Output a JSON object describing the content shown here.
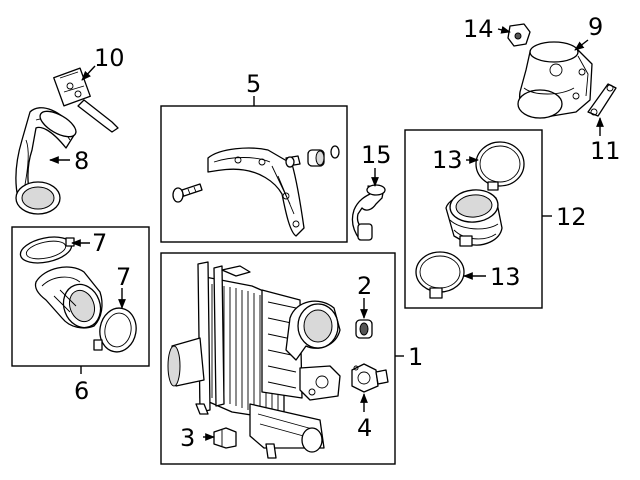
{
  "callouts": {
    "c1": "1",
    "c2": "2",
    "c3": "3",
    "c4": "4",
    "c5": "5",
    "c6": "6",
    "c7a": "7",
    "c7b": "7",
    "c8": "8",
    "c9": "9",
    "c10": "10",
    "c11": "11",
    "c12": "12",
    "c13a": "13",
    "c13b": "13",
    "c14": "14",
    "c15": "15"
  },
  "colors": {
    "line": "#000000",
    "background": "#ffffff",
    "shade": "#d9d9d9"
  }
}
